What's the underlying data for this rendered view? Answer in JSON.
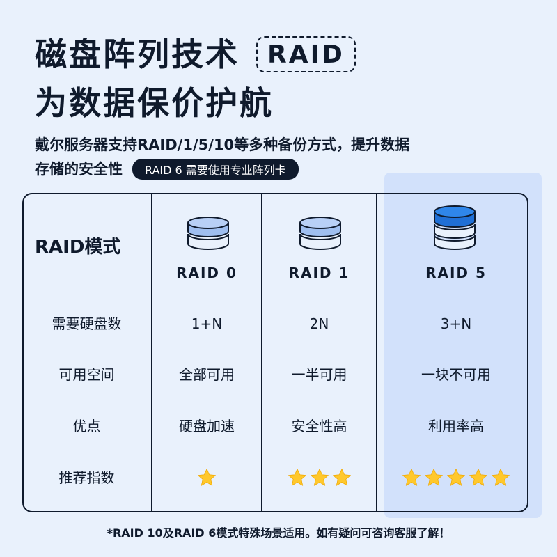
{
  "header": {
    "title_line1": "磁盘阵列技术",
    "badge": "RAID",
    "title_line2": "为数据保价护航",
    "subtitle_line1": "戴尔服务器支持RAID/1/5/10等多种备份方式，提升数据",
    "subtitle_line2": "存储的安全性",
    "pill": "RAID 6 需要使用专业阵列卡"
  },
  "table": {
    "mode_label": "RAID模式",
    "row_labels": [
      "需要硬盘数",
      "可用空间",
      "优点",
      "推荐指数"
    ],
    "columns": [
      {
        "name": "RAID 0",
        "disks": "1+N",
        "space": "全部可用",
        "advantage": "硬盘加速",
        "rating": 1,
        "icon": "disk-stack-icon"
      },
      {
        "name": "RAID 1",
        "disks": "2N",
        "space": "一半可用",
        "advantage": "安全性高",
        "rating": 3,
        "icon": "disk-stack-icon"
      },
      {
        "name": "RAID 5",
        "disks": "3+N",
        "space": "一块不可用",
        "advantage": "利用率高",
        "rating": 5,
        "icon": "disk-stack-icon"
      }
    ]
  },
  "footnote": "*RAID 10及RAID 6模式特殊场景适用。如有疑问可咨询客服了解！",
  "colors": {
    "background": "#e9f1fc",
    "text": "#0f1a2c",
    "highlight": "#d2e1fb",
    "disk_light": "#9fbff0",
    "disk_dark": "#1f6fd6",
    "star": "#ffc82c"
  }
}
